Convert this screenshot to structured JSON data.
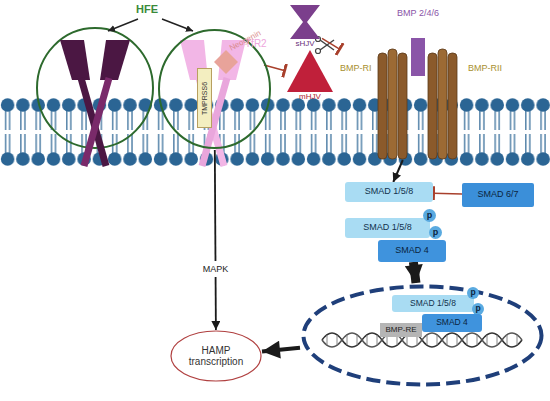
{
  "diagram": {
    "nodes": [
      {
        "text": [
          "TfR2"
        ]
      },
      {
        "text": [
          "TMPRSS6"
        ]
      },
      {
        "text": [
          "Neogenin"
        ]
      },
      {
        "text": [
          "sHJV"
        ]
      },
      {
        "text": [
          "mHJV"
        ]
      },
      {
        "text": [
          "BMP 2/4/6"
        ]
      },
      {
        "text": [
          "BMP-RI",
          "BMP-RII"
        ]
      },
      {
        "text": [
          "SMAD 1/5/8"
        ]
      },
      {
        "text": [
          "SMAD 6/7"
        ]
      },
      {
        "text": [
          "SMAD 1/5/8"
        ]
      },
      {
        "text": [
          "p"
        ],
        "in": 9
      },
      {
        "text": [
          "p"
        ],
        "in": 9
      },
      {
        "text": [
          "SMAD 4"
        ]
      },
      {
        "text": [
          "HAMP transcription"
        ]
      },
      {
        "text": []
      },
      {
        "text": [
          "SMAD 1/5/8"
        ],
        "in": 14
      },
      {
        "text": [
          "p"
        ],
        "in": 15
      },
      {
        "text": [
          "p"
        ],
        "in": 15
      },
      {
        "text": [
          "SMAD 4"
        ],
        "in": 14
      },
      {
        "text": [
          "BMP-RE"
        ],
        "in": 14
      }
    ],
    "edges": [
      {
        "from": 0,
        "to": 13,
        "label": "MAPK",
        "arrow": "to"
      },
      {
        "from": 2,
        "to": 4,
        "arrow": "to"
      },
      {
        "from": 3,
        "to": 6,
        "arrow": "to"
      },
      {
        "from": 6,
        "to": 7,
        "arrow": "to"
      },
      {
        "from": 8,
        "to": 7,
        "arrow": "to"
      },
      {
        "from": 12,
        "to": 14,
        "arrow": "to"
      },
      {
        "from": 14,
        "to": 13,
        "arrow": "to"
      }
    ],
    "labels": [
      "HFE"
    ]
  }
}
